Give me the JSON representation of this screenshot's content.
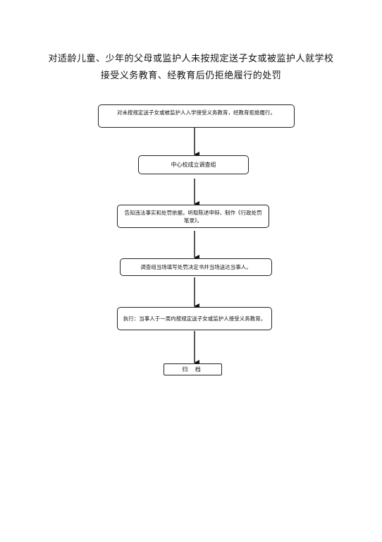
{
  "title": {
    "line1": "对适龄儿童、少年的父母或监护人未按规定送子女或被监护人就学校",
    "line2": "接受义务教育、经教育后仍拒绝履行的处罚"
  },
  "steps": [
    "对未按规定送子女或被监护人入学接受义务教育，经教育拒绝履行。",
    "中心校成立调查组",
    "告知违法事实和处罚依据，听取陈述申辩，制作《行政处罚笔录》。",
    "调查组当场填写处罚决定书并当场送达当事人。",
    "执行：当事人于一周内按规定送子女或监护人接受义务教育。",
    "归 档"
  ]
}
